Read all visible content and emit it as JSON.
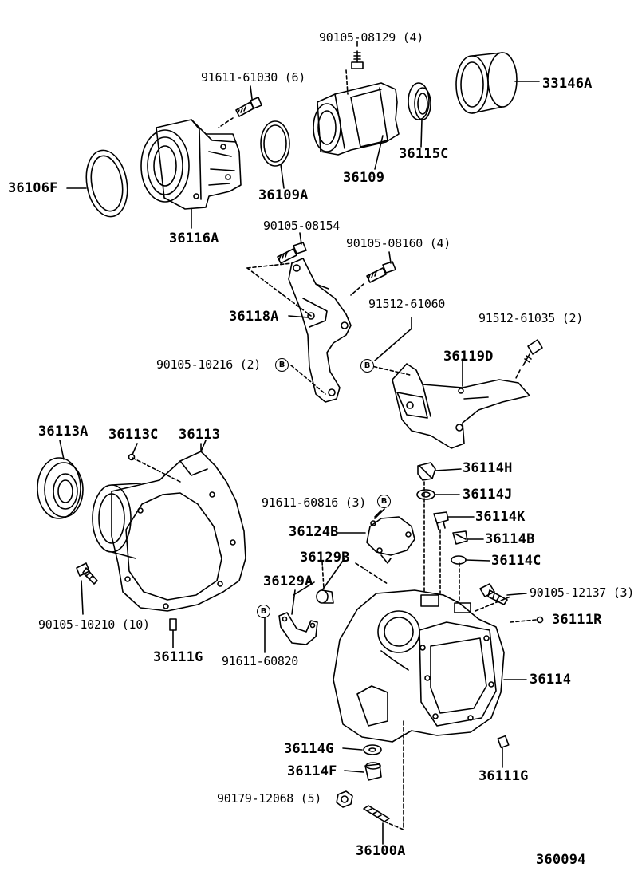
{
  "diagram": {
    "catalog_number": "360094",
    "parts": [
      {
        "id": "p01",
        "text": "90105-08129 (4)"
      },
      {
        "id": "p02",
        "text": "33146A"
      },
      {
        "id": "p03",
        "text": "91611-61030 (6)"
      },
      {
        "id": "p04",
        "text": "36115C"
      },
      {
        "id": "p05",
        "text": "36106F"
      },
      {
        "id": "p06",
        "text": "36109A"
      },
      {
        "id": "p07",
        "text": "36109"
      },
      {
        "id": "p08",
        "text": "36116A"
      },
      {
        "id": "p09",
        "text": "90105-08154"
      },
      {
        "id": "p10",
        "text": "90105-08160 (4)"
      },
      {
        "id": "p11",
        "text": "91512-61060"
      },
      {
        "id": "p12",
        "text": "91512-61035 (2)"
      },
      {
        "id": "p13",
        "text": "36118A"
      },
      {
        "id": "p14",
        "text": "36119D"
      },
      {
        "id": "p15",
        "text": "90105-10216 (2)"
      },
      {
        "id": "p16",
        "text": "36113A"
      },
      {
        "id": "p17",
        "text": "36113C"
      },
      {
        "id": "p18",
        "text": "36113"
      },
      {
        "id": "p19",
        "text": "36114H"
      },
      {
        "id": "p20",
        "text": "36114J"
      },
      {
        "id": "p21",
        "text": "91611-60816 (3)"
      },
      {
        "id": "p22",
        "text": "36114K"
      },
      {
        "id": "p23",
        "text": "36124B"
      },
      {
        "id": "p24",
        "text": "36114B"
      },
      {
        "id": "p25",
        "text": "36129B"
      },
      {
        "id": "p26",
        "text": "36114C"
      },
      {
        "id": "p27",
        "text": "36129A"
      },
      {
        "id": "p28",
        "text": "90105-12137 (3)"
      },
      {
        "id": "p29",
        "text": "36111R"
      },
      {
        "id": "p30",
        "text": "90105-10210 (10)"
      },
      {
        "id": "p31",
        "text": "36114"
      },
      {
        "id": "p32",
        "text": "36111G"
      },
      {
        "id": "p33",
        "text": "91611-60820"
      },
      {
        "id": "p34",
        "text": "36114G"
      },
      {
        "id": "p35",
        "text": "36114F"
      },
      {
        "id": "p36",
        "text": "36111G"
      },
      {
        "id": "p37",
        "text": "90179-12068 (5)"
      },
      {
        "id": "p38",
        "text": "36100A"
      }
    ],
    "reference_badges": [
      {
        "id": "b1",
        "letter": "B"
      },
      {
        "id": "b2",
        "letter": "B"
      },
      {
        "id": "b3",
        "letter": "B"
      },
      {
        "id": "b4",
        "letter": "B"
      }
    ]
  }
}
